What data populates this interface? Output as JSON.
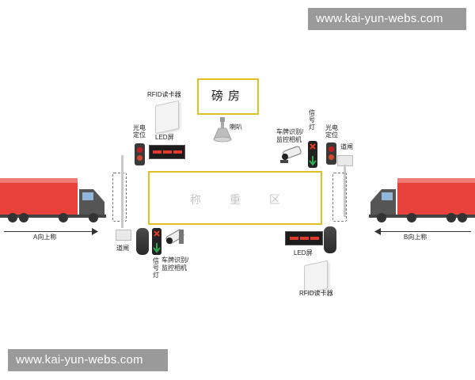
{
  "watermark": {
    "top": "www.kai-yun-webs.com",
    "bottom": "www.kai-yun-webs.com"
  },
  "scale_house": "磅房",
  "weigh_zone": "称重区",
  "labels": {
    "rfid_top": "RFID读卡器",
    "speaker": "喇叭",
    "photo_left": "光电定位",
    "led_left": "LED屏",
    "plate_cam_right": "车牌识别/\n监控相机",
    "signal_right": "信号灯",
    "photo_right": "光电定位",
    "gate_right": "道闸",
    "gate_left": "道闸",
    "signal_left": "信号灯",
    "plate_cam_left": "车牌识别/\n监控相机",
    "led_right": "LED屏",
    "rfid_bottom": "RFID读卡器",
    "direction_a": "A向上称",
    "direction_b": "B向上称"
  },
  "colors": {
    "truck_red": "#e8403a",
    "frame_yellow": "#e2c020",
    "green": "#2fa84f",
    "red": "#e23a2a"
  }
}
